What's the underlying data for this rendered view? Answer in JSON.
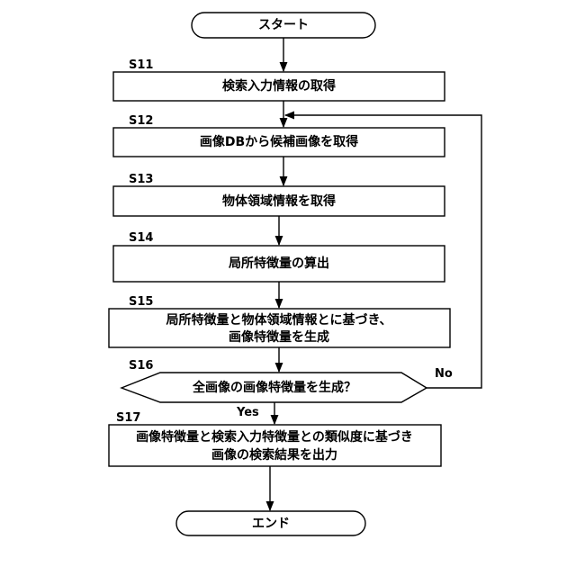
{
  "flowchart": {
    "start": "スタート",
    "end": "エンド",
    "steps": {
      "s11": {
        "id": "S11",
        "text": "検索入力情報の取得"
      },
      "s12": {
        "id": "S12",
        "text": "画像DBから候補画像を取得"
      },
      "s13": {
        "id": "S13",
        "text": "物体領域情報を取得"
      },
      "s14": {
        "id": "S14",
        "text": "局所特徴量の算出"
      },
      "s15": {
        "id": "S15",
        "line1": "局所特徴量と物体領域情報とに基づき、",
        "line2": "画像特徴量を生成"
      },
      "s16": {
        "id": "S16",
        "text": "全画像の画像特徴量を生成？"
      },
      "s17": {
        "id": "S17",
        "line1": "画像特徴量と検索入力特徴量との類似度に基づき",
        "line2": "画像の検索結果を出力"
      }
    },
    "branches": {
      "yes": "Yes",
      "no": "No"
    }
  }
}
